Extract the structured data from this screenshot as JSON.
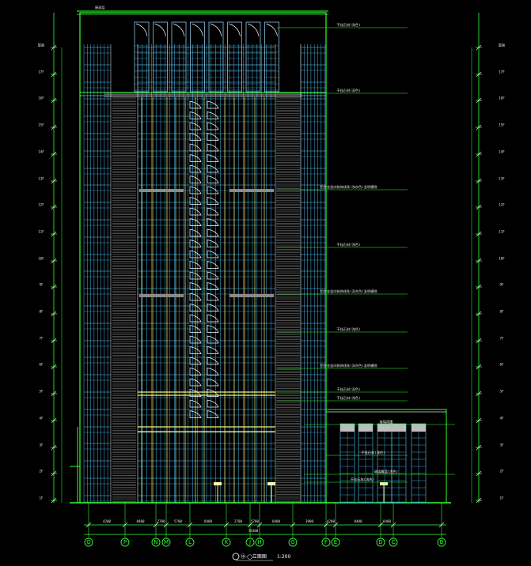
{
  "drawing": {
    "title_left": "⑮-◯立面图",
    "title_scale": "1:200",
    "roof_tag": "屋面层"
  },
  "axes": [
    {
      "label": "Q"
    },
    {
      "label": "P"
    },
    {
      "label": "N"
    },
    {
      "label": "M"
    },
    {
      "label": "L"
    },
    {
      "label": "K"
    },
    {
      "label": "J"
    },
    {
      "label": "H"
    },
    {
      "label": "G"
    },
    {
      "label": "F"
    },
    {
      "label": "E"
    },
    {
      "label": "D"
    },
    {
      "label": "C"
    },
    {
      "label": "B"
    }
  ],
  "callouts": [
    {
      "text": "干挂石材(浅色)"
    },
    {
      "text": "干挂石材(深色)"
    },
    {
      "text": "铝合金竖向装饰线条(浅灰色)竖明横隐"
    },
    {
      "text": "干挂石材(浅色)"
    },
    {
      "text": "铝合金竖向装饰线条(深灰色)竖明横隐"
    },
    {
      "text": "干挂石材(浅色)"
    },
    {
      "text": "铝合金竖向装饰线条(深灰色)竖明横隐"
    },
    {
      "text": "干挂石材(深色)"
    },
    {
      "text": "干挂石材(浅色)"
    },
    {
      "text": "玻璃雨篷"
    },
    {
      "text": "干挂石材(浅色)"
    },
    {
      "text": "玻璃幕墙(浅色)"
    },
    {
      "text": "干挂石材(浅色)"
    }
  ],
  "levels_left": [
    {
      "label": "屋面"
    },
    {
      "label": "17F"
    },
    {
      "label": "16F"
    },
    {
      "label": "15F"
    },
    {
      "label": "14F"
    },
    {
      "label": "13F"
    },
    {
      "label": "12F"
    },
    {
      "label": "11F"
    },
    {
      "label": "10F"
    },
    {
      "label": "9F"
    },
    {
      "label": "8F"
    },
    {
      "label": "7F"
    },
    {
      "label": "6F"
    },
    {
      "label": "5F"
    },
    {
      "label": "4F"
    },
    {
      "label": "3F"
    },
    {
      "label": "2F"
    },
    {
      "label": "1F"
    }
  ],
  "dimensions_bottom": [
    {
      "label": "4200"
    },
    {
      "label": "8400"
    },
    {
      "label": "2700"
    },
    {
      "label": "5700"
    },
    {
      "label": "8400"
    },
    {
      "label": "2700"
    },
    {
      "label": "5700"
    },
    {
      "label": "8400"
    },
    {
      "label": "3900"
    },
    {
      "label": "4200"
    },
    {
      "label": "8400"
    },
    {
      "label": "8400"
    }
  ],
  "total_dimension": "78300",
  "colors": {
    "frame": "#33ff33",
    "glass": "#4fc8ff",
    "mullion": "#f3f57a",
    "stone": "#d8d8d8",
    "text": "#e8e8e8"
  }
}
